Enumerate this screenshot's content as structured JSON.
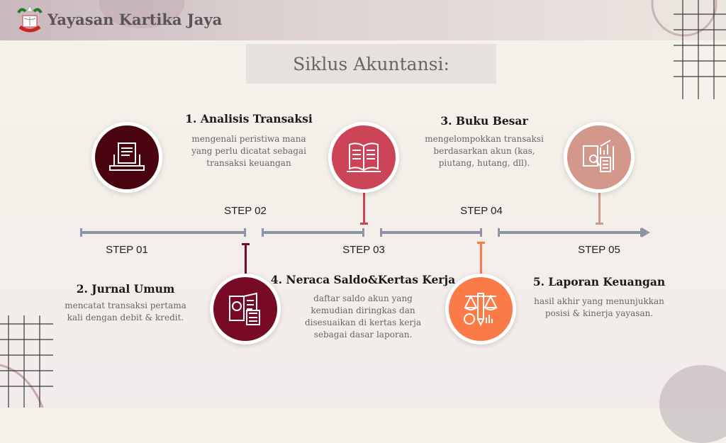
{
  "header": {
    "brand": "Yayasan Kartika Jaya"
  },
  "headline": "Siklus Akuntansi:",
  "colors": {
    "step1": "#4a0410",
    "step2": "#780a25",
    "step3": "#cc4458",
    "step4": "#fa7a48",
    "step5": "#d4978c",
    "timeline": "#8f93a8"
  },
  "steps": [
    {
      "label": "STEP 01",
      "title": "1. Analisis Transaksi",
      "lines": [
        "mengenali peristiwa mana",
        "yang perlu dicatat sebagai",
        "transaksi keuangan"
      ],
      "icon": "laptop-document-icon"
    },
    {
      "label": "STEP 02",
      "title": "2. Jurnal Umum",
      "lines": [
        "mencatat transaksi pertama",
        "kali dengan debit & kredit."
      ],
      "icon": "ledger-calculator-icon"
    },
    {
      "label": "STEP 03",
      "title": "3. Buku Besar",
      "lines": [
        "mengelompokkan transaksi",
        "berdasarkan akun (kas,",
        "piutang, hutang, dll)."
      ],
      "icon": "open-book-icon"
    },
    {
      "label": "STEP 04",
      "title": "4. Neraca Saldo&Kertas Kerja",
      "lines": [
        "daftar saldo akun yang",
        "kemudian diringkas dan",
        "disesuaikan di kertas kerja",
        "sebagai dasar laporan."
      ],
      "icon": "balance-scale-icon"
    },
    {
      "label": "STEP 05",
      "title": "5. Laporan Keuangan",
      "lines": [
        "hasil akhir yang menunjukkan",
        "posisi & kinerja yayasan."
      ],
      "icon": "financial-report-icon"
    }
  ]
}
